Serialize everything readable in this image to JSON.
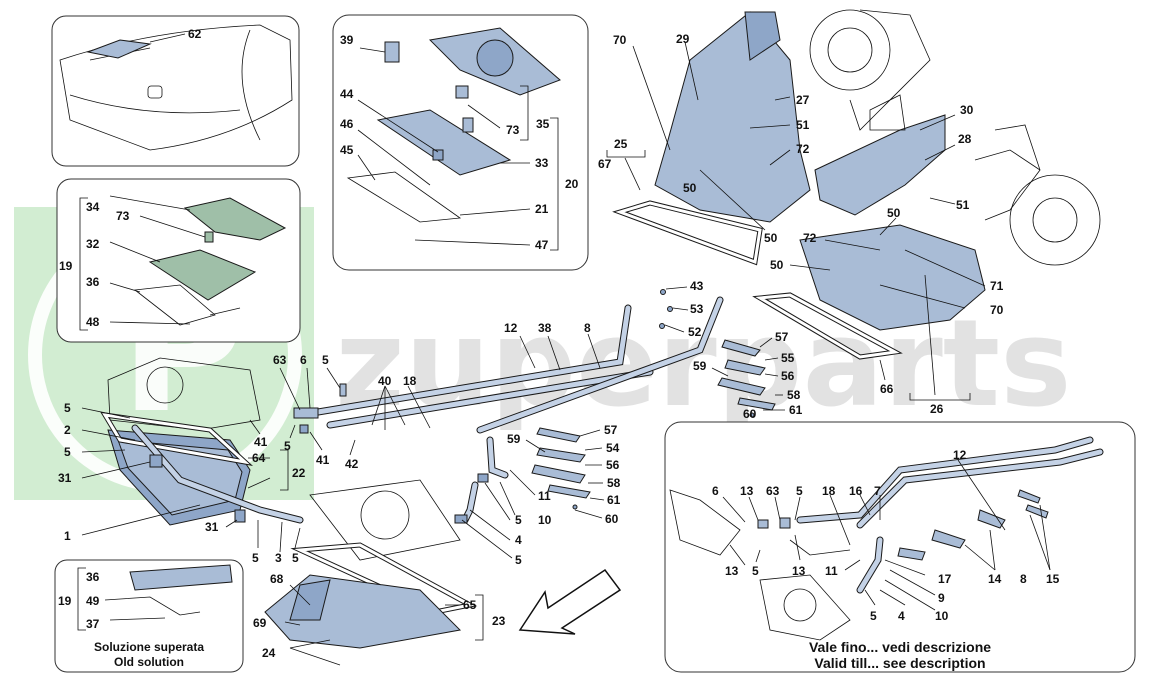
{
  "watermark": {
    "brand_text": "zuperparts",
    "logo_letter": "P"
  },
  "captions": {
    "old_it": "Soluzione superata",
    "old_en": "Old solution",
    "valid_it": "Vale fino... vedi descrizione",
    "valid_en": "Valid till... see description"
  },
  "labels": {
    "l62": "62",
    "l34": "34",
    "l73a": "73",
    "l32": "32",
    "l36a": "36",
    "l48": "48",
    "l19a": "19",
    "l36b": "36",
    "l49": "49",
    "l37": "37",
    "l19b": "19",
    "l39": "39",
    "l44": "44",
    "l46": "46",
    "l45": "45",
    "l73b": "73",
    "l35": "35",
    "l33": "33",
    "l20": "20",
    "l21": "21",
    "l47": "47",
    "l70a": "70",
    "l29": "29",
    "l27": "27",
    "l51a": "51",
    "l72a": "72",
    "l25": "25",
    "l67": "67",
    "l50a": "50",
    "l50b": "50",
    "l30": "30",
    "l28": "28",
    "l51b": "51",
    "l50c": "50",
    "l72b": "72",
    "l50d": "50",
    "l71": "71",
    "l70b": "70",
    "l66": "66",
    "l26": "26",
    "l43": "43",
    "l53": "53",
    "l52": "52",
    "l57a": "57",
    "l55": "55",
    "l56a": "56",
    "l59a": "59",
    "l58a": "58",
    "l60a": "60",
    "l61a": "61",
    "l57b": "57",
    "l59b": "59",
    "l54": "54",
    "l56b": "56",
    "l58b": "58",
    "l61b": "61",
    "l60b": "60",
    "l12a": "12",
    "l38": "38",
    "l8a": "8",
    "l63a": "63",
    "l6a": "6",
    "l5a": "5",
    "l40": "40",
    "l18a": "18",
    "l5b": "5",
    "l2": "2",
    "l5c": "5",
    "l31a": "31",
    "l41a": "41",
    "l5d": "5",
    "l41b": "41",
    "l42": "42",
    "l64": "64",
    "l22": "22",
    "l1": "1",
    "l31b": "31",
    "l5e": "5",
    "l3": "3",
    "l5f": "5",
    "l11a": "11",
    "l10a": "10",
    "l5g": "5",
    "l4a": "4",
    "l5h": "5",
    "l68": "68",
    "l69": "69",
    "l65": "65",
    "l23": "23",
    "l24": "24",
    "l12b": "12",
    "l6b": "6",
    "l13a": "13",
    "l63b": "63",
    "l5i": "5",
    "l18b": "18",
    "l16": "16",
    "l7": "7",
    "l13b": "13",
    "l5j": "5",
    "l13c": "13",
    "l11b": "11",
    "l17": "17",
    "l9": "9",
    "l14": "14",
    "l8b": "8",
    "l15": "15",
    "l5k": "5",
    "l4b": "4",
    "l10b": "10"
  }
}
